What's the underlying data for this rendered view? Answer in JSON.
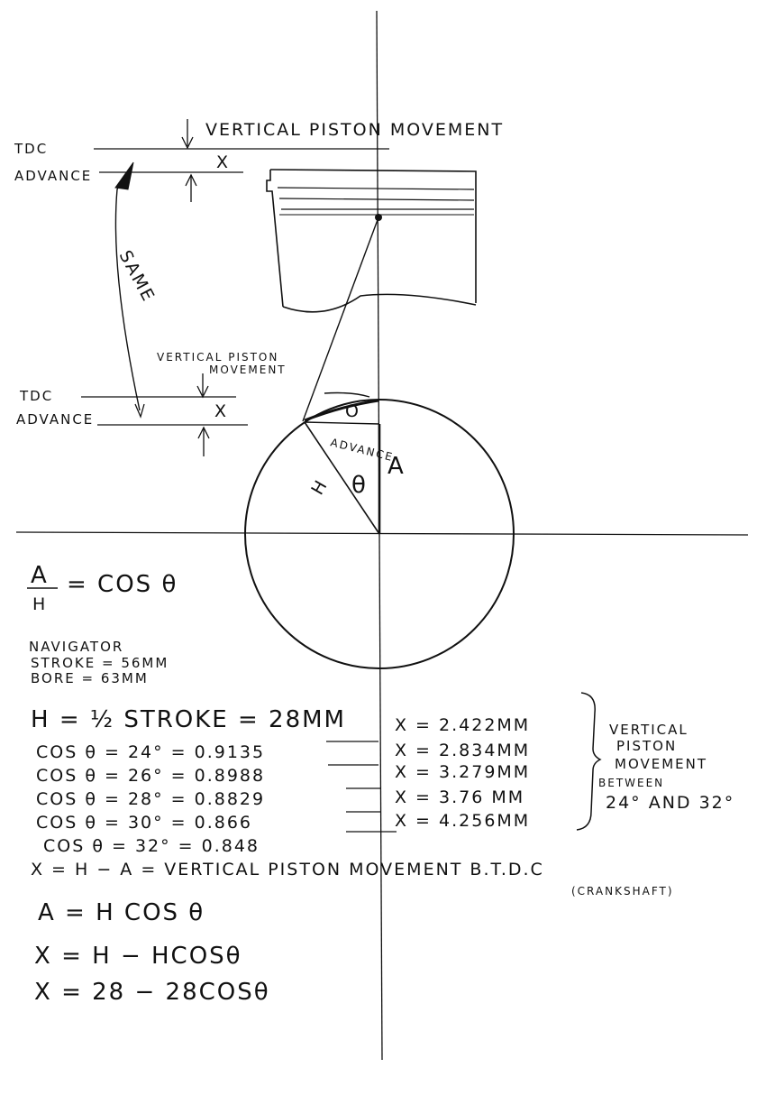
{
  "labels": {
    "vertical_piston_movement_top": "VERTICAL PISTON MOVEMENT",
    "tdc_top": "TDC",
    "advance_top": "ADVANCE",
    "x_top": "X",
    "same": "SAME",
    "vertical_piston_movement_mid": "VERTICAL PISTON",
    "vertical_piston_movement_mid2": "MOVEMENT",
    "tdc_mid": "TDC",
    "advance_mid": "ADVANCE",
    "x_mid": "X",
    "o_label": "O",
    "advance_angle": "ADVANCE",
    "a_label": "A",
    "h_label": "H",
    "theta_label": "θ"
  },
  "formula": {
    "fraction_num": "A",
    "fraction_den": "H",
    "fraction_rhs": "= COS θ"
  },
  "engine": {
    "name": "NAVIGATOR",
    "stroke": "STROKE = 56MM",
    "bore": "BORE = 63MM"
  },
  "calc": {
    "h_line": "H = ½ STROKE = 28MM",
    "rows": [
      {
        "cos": "COS θ = 24° = 0.9135",
        "x": "X = 2.422MM"
      },
      {
        "cos": "COS θ = 26° = 0.8988",
        "x": "X = 2.834MM"
      },
      {
        "cos": "COS θ = 28° = 0.8829",
        "x": "X = 3.279MM"
      },
      {
        "cos": "COS θ = 30° = 0.866",
        "x": "X = 3.76 MM"
      },
      {
        "cos": "COS θ = 32° = 0.848",
        "x": "X = 4.256MM"
      }
    ],
    "brace_note_1": "VERTICAL",
    "brace_note_2": "PISTON",
    "brace_note_3": "MOVEMENT",
    "brace_note_4": "BETWEEN",
    "brace_note_5": "24° AND 32°",
    "x_def": "X = H − A = VERTICAL PISTON MOVEMENT  B.T.D.C",
    "crankshaft": "(CRANKSHAFT)",
    "eq1": "A = H COS θ",
    "eq2": "X = H − HCOSθ",
    "eq3": "X = 28 − 28COSθ"
  }
}
